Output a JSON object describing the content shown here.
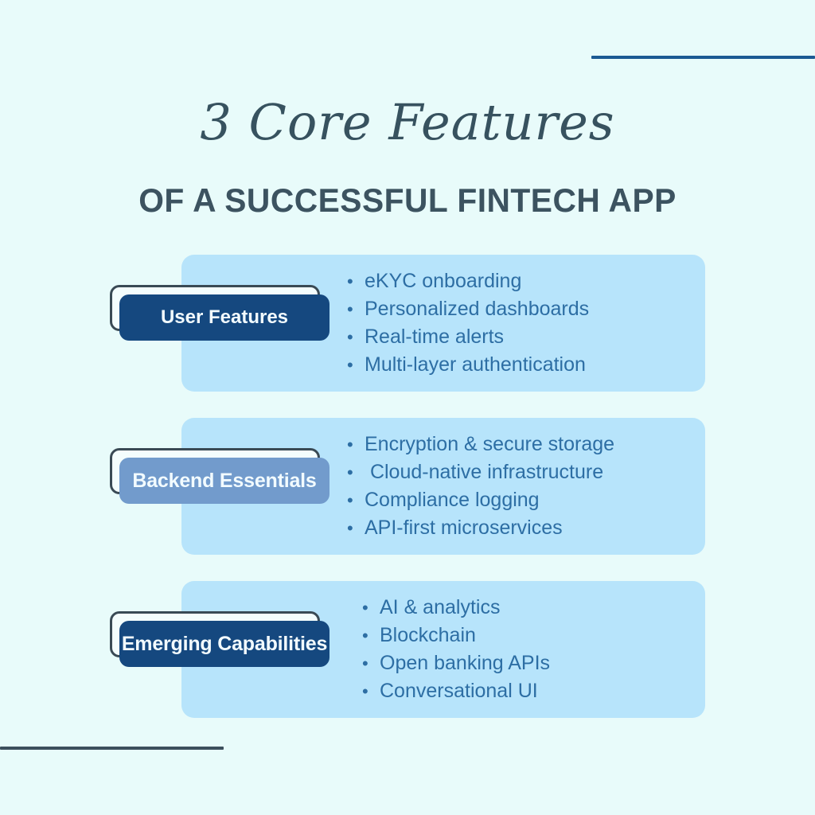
{
  "colors": {
    "page_background": "#e8fbfa",
    "card_background": "#b7e4fb",
    "badge_dark": "#15487f",
    "badge_muted": "#729bcc",
    "badge_outline": "#3a4a55",
    "heading": "#37525f",
    "subheading": "#3c5360",
    "bullet_text": "#2d6ea4",
    "rule_top_right": "#1b5a93",
    "rule_bottom_left": "#3c4f5c"
  },
  "header": {
    "title": "3 Core Features",
    "subtitle": "OF A SUCCESSFUL FINTECH APP"
  },
  "sections": [
    {
      "badge_label": "User Features",
      "badge_style": "dark",
      "bullet_marker": "•",
      "bullets": [
        "eKYC onboarding",
        "Personalized dashboards",
        "Real-time alerts",
        "Multi-layer authentication"
      ]
    },
    {
      "badge_label": "Backend Essentials",
      "badge_style": "muted",
      "bullet_marker": "•",
      "bullets": [
        "Encryption & secure storage",
        " Cloud-native infrastructure",
        "Compliance logging",
        "API-first microservices"
      ]
    },
    {
      "badge_label": "Emerging Capabilities",
      "badge_style": "dark",
      "bullet_marker": "•",
      "bullets": [
        "AI & analytics",
        "Blockchain",
        "Open banking APIs",
        "Conversational UI"
      ]
    }
  ],
  "decorations": {
    "top_right_rule": "horizontal-line",
    "bottom_left_rule": "horizontal-line"
  }
}
